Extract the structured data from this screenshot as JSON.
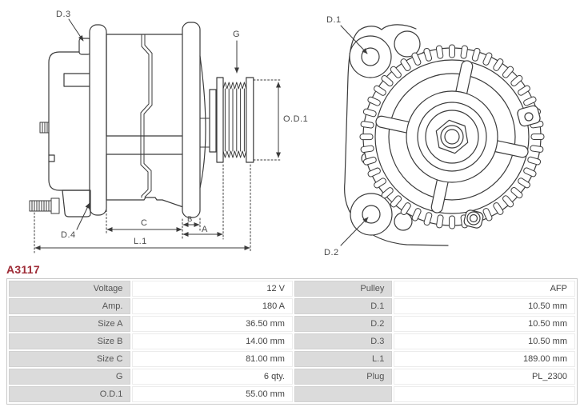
{
  "part_number": "A3117",
  "accent_color": "#9e2b36",
  "line_color": "#3b3b3b",
  "diagram": {
    "side_view": {
      "d3": "D.3",
      "g": "G",
      "od1": "O.D.1",
      "d4": "D.4",
      "c": "C",
      "b": "B",
      "a": "A",
      "l1": "L.1"
    },
    "front_view": {
      "d1": "D.1",
      "d2": "D.2"
    }
  },
  "table": {
    "rows": [
      {
        "l1": "Voltage",
        "v1": "12 V",
        "l2": "Pulley",
        "v2": "AFP"
      },
      {
        "l1": "Amp.",
        "v1": "180 A",
        "l2": "D.1",
        "v2": "10.50 mm"
      },
      {
        "l1": "Size A",
        "v1": "36.50 mm",
        "l2": "D.2",
        "v2": "10.50 mm"
      },
      {
        "l1": "Size B",
        "v1": "14.00 mm",
        "l2": "D.3",
        "v2": "10.50 mm"
      },
      {
        "l1": "Size C",
        "v1": "81.00 mm",
        "l2": "L.1",
        "v2": "189.00 mm"
      },
      {
        "l1": "G",
        "v1": "6 qty.",
        "l2": "Plug",
        "v2": "PL_2300"
      },
      {
        "l1": "O.D.1",
        "v1": "55.00 mm",
        "l2": "",
        "v2": ""
      }
    ]
  }
}
